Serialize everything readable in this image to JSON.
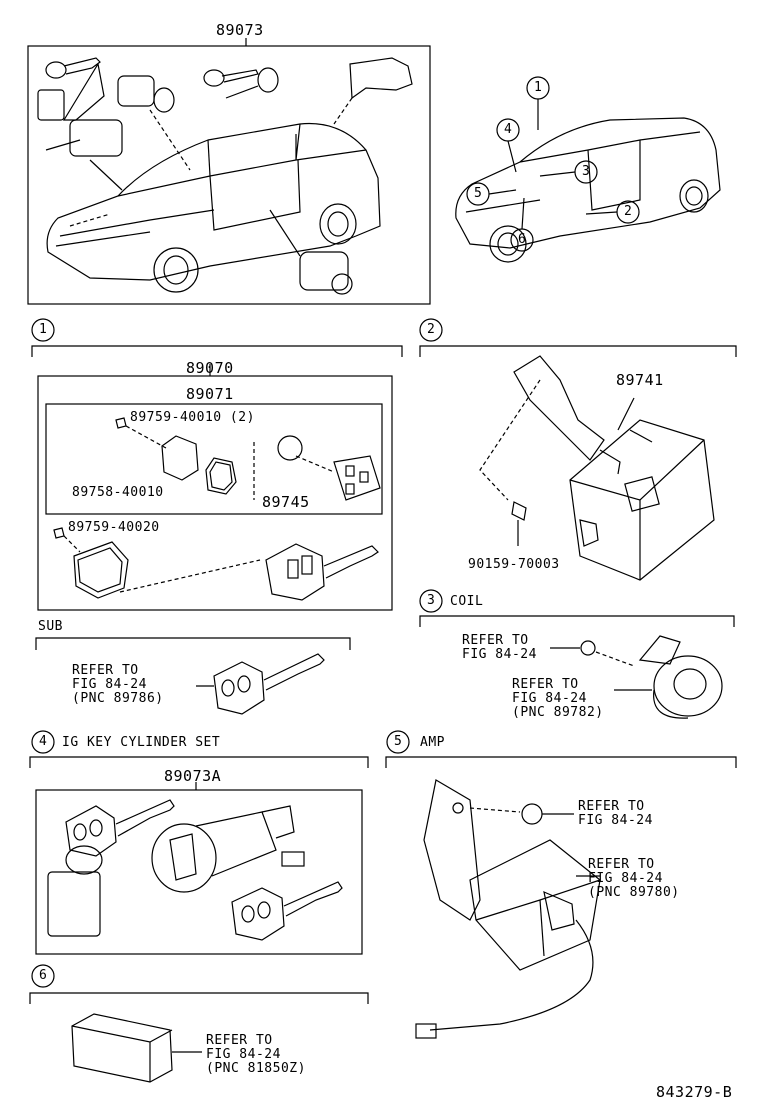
{
  "overview": {
    "part_89073": "89073",
    "callouts": [
      "1",
      "2",
      "3",
      "4",
      "5",
      "6"
    ]
  },
  "sections": {
    "s1": {
      "num": "1",
      "p89070": "89070",
      "p89071": "89071",
      "screw_a": "89759-40010 (2)",
      "gasket": "89758-40010",
      "battery": "89745",
      "screw_b": "89759-40020",
      "sub_label": "SUB",
      "sub_refer": "REFER TO\nFIG 84-24\n(PNC 89786)"
    },
    "s2": {
      "num": "2",
      "part": "89741",
      "bolt": "90159-70003"
    },
    "s3": {
      "num": "3",
      "title": "COIL",
      "refer_a": "REFER TO\nFIG 84-24",
      "refer_b": "REFER TO\nFIG 84-24\n(PNC 89782)"
    },
    "s4": {
      "num": "4",
      "title": "IG KEY CYLINDER SET",
      "part": "89073A"
    },
    "s5": {
      "num": "5",
      "title": "AMP",
      "refer_a": "REFER TO\nFIG 84-24",
      "refer_b": "REFER TO\nFIG 84-24\n(PNC 89780)"
    },
    "s6": {
      "num": "6",
      "refer": "REFER TO\nFIG 84-24\n(PNC 81850Z)"
    }
  },
  "figure_id": "843279-B"
}
